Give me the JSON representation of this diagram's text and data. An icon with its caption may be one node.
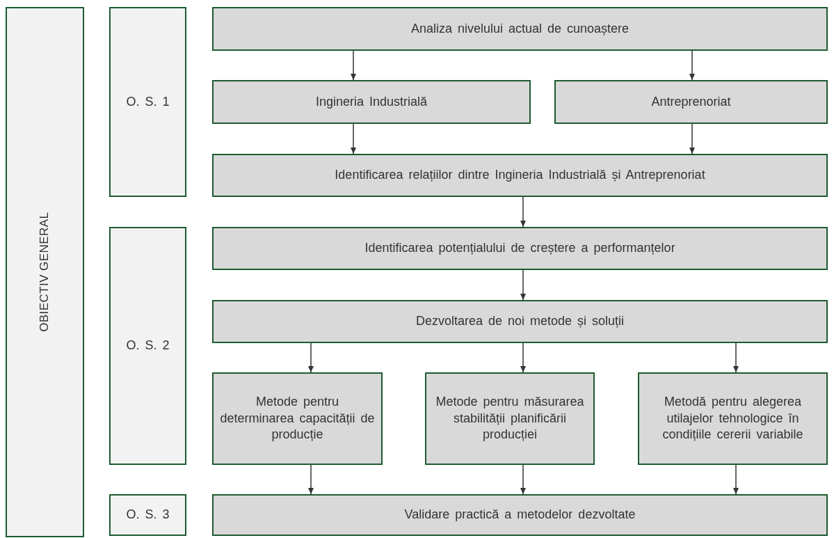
{
  "diagram": {
    "nodes": [
      {
        "text": [
          "OBIECTIV GENERAL"
        ]
      },
      {
        "text": [
          "O. S. 1"
        ]
      },
      {
        "text": [
          "Analiza nivelului actual de cunoaștere"
        ]
      },
      {
        "text": [
          "Ingineria Industrială"
        ]
      },
      {
        "text": [
          "Antreprenoriat"
        ]
      },
      {
        "text": [
          "Identificarea relațiilor dintre Ingineria Industrială și Antreprenoriat"
        ]
      },
      {
        "text": [
          "O. S. 2"
        ]
      },
      {
        "text": [
          "Identificarea potențialului de creștere a performanțelor"
        ]
      },
      {
        "text": [
          "Dezvoltarea de noi metode și soluții"
        ]
      },
      {
        "text": [
          "Metode pentru determinarea capacității de producție"
        ]
      },
      {
        "text": [
          "Metode pentru măsurarea stabilității planificării producției"
        ]
      },
      {
        "text": [
          "Metodă pentru alegerea utilajelor tehnologice în condițiile cererii variabile"
        ]
      },
      {
        "text": [
          "O. S. 3"
        ]
      },
      {
        "text": [
          "Validare practică a metodelor dezvoltate"
        ]
      }
    ],
    "edges": [
      {
        "from": 2,
        "to": 3,
        "arrow": "to"
      },
      {
        "from": 2,
        "to": 4,
        "arrow": "to"
      },
      {
        "from": 3,
        "to": 5,
        "arrow": "to"
      },
      {
        "from": 4,
        "to": 5,
        "arrow": "to"
      },
      {
        "from": 5,
        "to": 7,
        "arrow": "to"
      },
      {
        "from": 7,
        "to": 8,
        "arrow": "to"
      },
      {
        "from": 8,
        "to": 9,
        "arrow": "to"
      },
      {
        "from": 8,
        "to": 10,
        "arrow": "to"
      },
      {
        "from": 8,
        "to": 11,
        "arrow": "to"
      },
      {
        "from": 9,
        "to": 13,
        "arrow": "to"
      },
      {
        "from": 10,
        "to": 13,
        "arrow": "to"
      },
      {
        "from": 11,
        "to": 13,
        "arrow": "to"
      }
    ]
  }
}
